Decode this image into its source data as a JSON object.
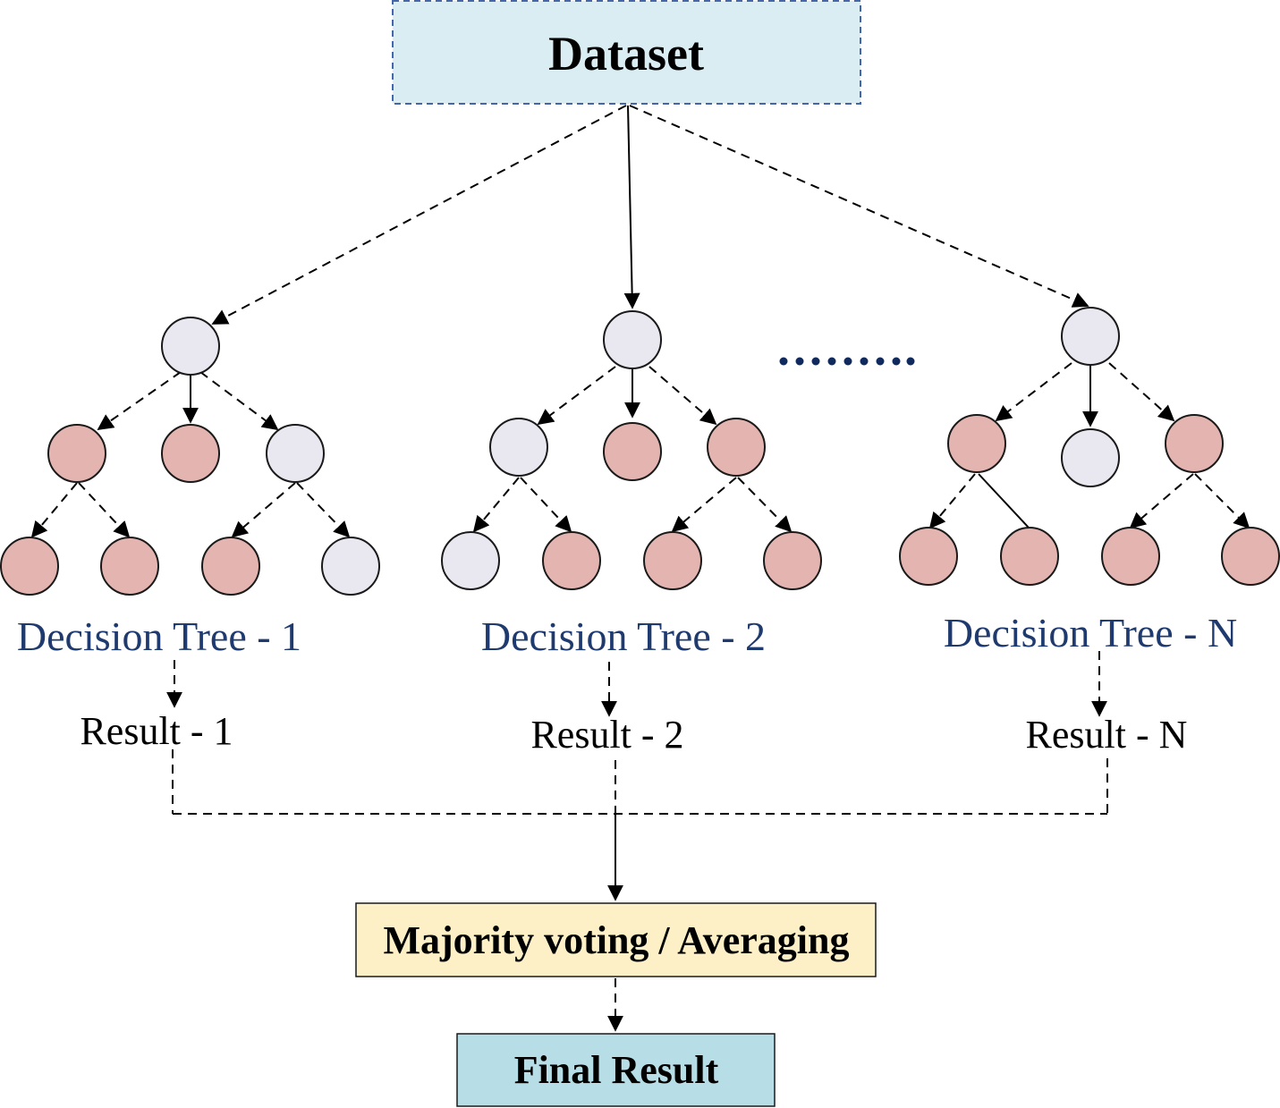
{
  "dataset_box": {
    "label": "Dataset",
    "fill": "#d9edf3",
    "border": "#4466aa"
  },
  "trees": [
    {
      "label": "Decision Tree - 1",
      "result": "Result - 1"
    },
    {
      "label": "Decision Tree - 2",
      "result": "Result - 2"
    },
    {
      "label": "Decision Tree - N",
      "result": "Result - N"
    }
  ],
  "aggregate_box": {
    "label": "Majority voting / Averaging",
    "fill": "#fdf0c6"
  },
  "final_box": {
    "label": "Final Result",
    "fill": "#b7dde6"
  },
  "colors": {
    "node_gray": "#e9e8f0",
    "node_pink": "#e4b5b0",
    "ellipsis": "#102a5e"
  }
}
